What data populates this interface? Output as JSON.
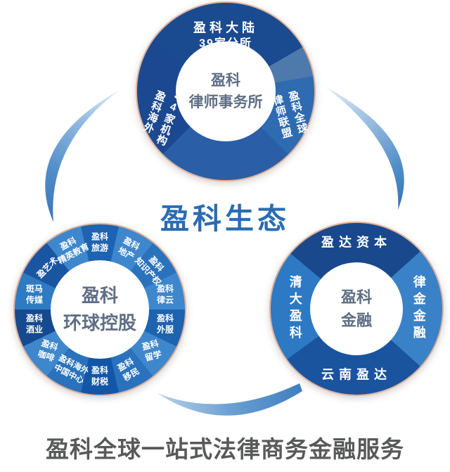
{
  "title": {
    "center": "盈科生态",
    "footer": "盈科全球一站式法律商务金融服务"
  },
  "colors": {
    "title_blue": "#2a6cb3",
    "dark_navy": "#1a4a8f",
    "medium_blue": "#2e6bb1",
    "light_blue": "#3e87cc",
    "rim_tan": "#dcb29d",
    "center_text_slate": "#5e6e84",
    "footer_gray": "#58595a"
  },
  "wheels": {
    "law": {
      "center": "盈科\n律师事务所",
      "labels": {
        "top1": "盈科大陆",
        "top2": "39家分所",
        "left": "34家机构\n盈科海外",
        "right": "盈科全球\n律师联盟"
      }
    },
    "holdings": {
      "center": "盈科\n环球控股",
      "segments": [
        {
          "label": "盈科\n旅游"
        },
        {
          "label": "盈科\n地产"
        },
        {
          "label": "盈科\n知识产权"
        },
        {
          "label": "盈科\n律云"
        },
        {
          "label": "盈科\n外服"
        },
        {
          "label": "盈科\n留学"
        },
        {
          "label": "盈科\n移民"
        },
        {
          "label": "盈科\n财税"
        },
        {
          "label": "盈科海外\n中国中心"
        },
        {
          "label": "盈科\n咖啡"
        },
        {
          "label": "盈科\n酒业"
        },
        {
          "label": "斑马\n传媒"
        },
        {
          "label": "盈艺术"
        },
        {
          "label": "盈科\n精英教育"
        }
      ]
    },
    "finance": {
      "center": "盈科\n金融",
      "labels": {
        "top": "盈达资本",
        "right": "律金金融",
        "bottom": "云南盈达",
        "left": "清大盈科"
      }
    }
  }
}
